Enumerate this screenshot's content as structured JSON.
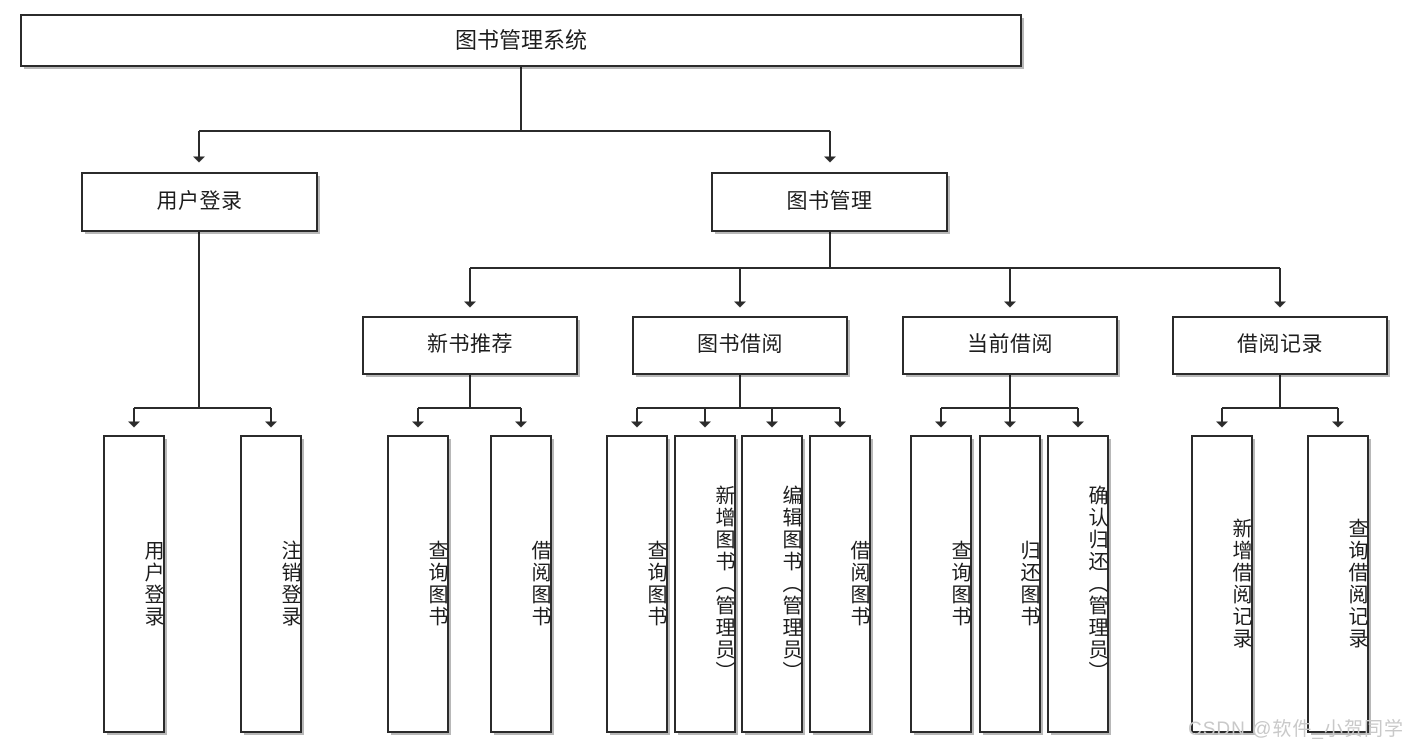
{
  "diagram": {
    "kind": "tree-hierarchy-chart",
    "title": "图书管理系统",
    "orientation": "top-down",
    "colors": {
      "node_border": "#2b2b2b",
      "node_fill": "#ffffff",
      "edge": "#2b2b2b",
      "canvas": "#ffffff",
      "watermark": "#c9c9c9"
    },
    "nodes": {
      "root": {
        "label": "图书管理系统",
        "level": 1,
        "orientation": "horizontal"
      },
      "user_login": {
        "label": "用户登录",
        "level": 2,
        "orientation": "horizontal"
      },
      "book_manage": {
        "label": "图书管理",
        "level": 2,
        "orientation": "horizontal"
      },
      "new_book_rec": {
        "label": "新书推荐",
        "level": 3,
        "orientation": "horizontal"
      },
      "book_borrow": {
        "label": "图书借阅",
        "level": 3,
        "orientation": "horizontal"
      },
      "current_borrow": {
        "label": "当前借阅",
        "level": 3,
        "orientation": "horizontal"
      },
      "borrow_record": {
        "label": "借阅记录",
        "level": 3,
        "orientation": "horizontal"
      },
      "leaf_user_login": {
        "label": "用户登录",
        "level": 4,
        "orientation": "vertical"
      },
      "leaf_user_logout": {
        "label": "注销登录",
        "level": 4,
        "orientation": "vertical"
      },
      "leaf_query_book_1": {
        "label": "查询图书",
        "level": 4,
        "orientation": "vertical"
      },
      "leaf_borrow_book_1": {
        "label": "借阅图书",
        "level": 4,
        "orientation": "vertical"
      },
      "leaf_query_book_2": {
        "label": "查询图书",
        "level": 4,
        "orientation": "vertical"
      },
      "leaf_add_book": {
        "label": "新增图书（管理员）",
        "level": 4,
        "orientation": "vertical"
      },
      "leaf_edit_book": {
        "label": "编辑图书（管理员）",
        "level": 4,
        "orientation": "vertical"
      },
      "leaf_borrow_book_2": {
        "label": "借阅图书",
        "level": 4,
        "orientation": "vertical"
      },
      "leaf_query_book_3": {
        "label": "查询图书",
        "level": 4,
        "orientation": "vertical"
      },
      "leaf_return_book": {
        "label": "归还图书",
        "level": 4,
        "orientation": "vertical"
      },
      "leaf_confirm_return": {
        "label": "确认归还（管理员）",
        "level": 4,
        "orientation": "vertical"
      },
      "leaf_add_record": {
        "label": "新增借阅记录",
        "level": 4,
        "orientation": "vertical"
      },
      "leaf_query_record": {
        "label": "查询借阅记录",
        "level": 4,
        "orientation": "vertical"
      }
    },
    "edges": [
      {
        "from": "root",
        "to": "user_login"
      },
      {
        "from": "root",
        "to": "book_manage"
      },
      {
        "from": "user_login",
        "to": "leaf_user_login"
      },
      {
        "from": "user_login",
        "to": "leaf_user_logout"
      },
      {
        "from": "book_manage",
        "to": "new_book_rec"
      },
      {
        "from": "book_manage",
        "to": "book_borrow"
      },
      {
        "from": "book_manage",
        "to": "current_borrow"
      },
      {
        "from": "book_manage",
        "to": "borrow_record"
      },
      {
        "from": "new_book_rec",
        "to": "leaf_query_book_1"
      },
      {
        "from": "new_book_rec",
        "to": "leaf_borrow_book_1"
      },
      {
        "from": "book_borrow",
        "to": "leaf_query_book_2"
      },
      {
        "from": "book_borrow",
        "to": "leaf_add_book"
      },
      {
        "from": "book_borrow",
        "to": "leaf_edit_book"
      },
      {
        "from": "book_borrow",
        "to": "leaf_borrow_book_2"
      },
      {
        "from": "current_borrow",
        "to": "leaf_query_book_3"
      },
      {
        "from": "current_borrow",
        "to": "leaf_return_book"
      },
      {
        "from": "current_borrow",
        "to": "leaf_confirm_return"
      },
      {
        "from": "borrow_record",
        "to": "leaf_add_record"
      },
      {
        "from": "borrow_record",
        "to": "leaf_query_record"
      }
    ]
  },
  "watermark": {
    "text": "CSDN @软件_小贺同学"
  }
}
